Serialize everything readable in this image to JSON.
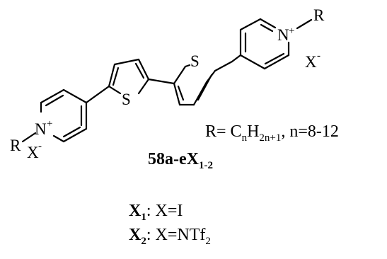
{
  "structure": {
    "atoms": {
      "n_right": "N",
      "n_left": "N",
      "charge_plus": "+",
      "s_left": "S",
      "s_right": "S",
      "r_right": "R",
      "r_left": "R",
      "x_right": "X",
      "x_left": "X",
      "charge_minus": "-"
    }
  },
  "r_definition": {
    "r": "R= C",
    "n_sub1": "n",
    "h": "H",
    "n_sub2": "2n+1",
    "range": ", n=8-12"
  },
  "compound_label": {
    "main": "58a-eX",
    "sub": "1-2"
  },
  "counterions": [
    {
      "symbol": "X",
      "index": "1",
      "def": ": X=I",
      "def_sub": ""
    },
    {
      "symbol": "X",
      "index": "2",
      "def": ": X=NTf",
      "def_sub": "2"
    }
  ]
}
